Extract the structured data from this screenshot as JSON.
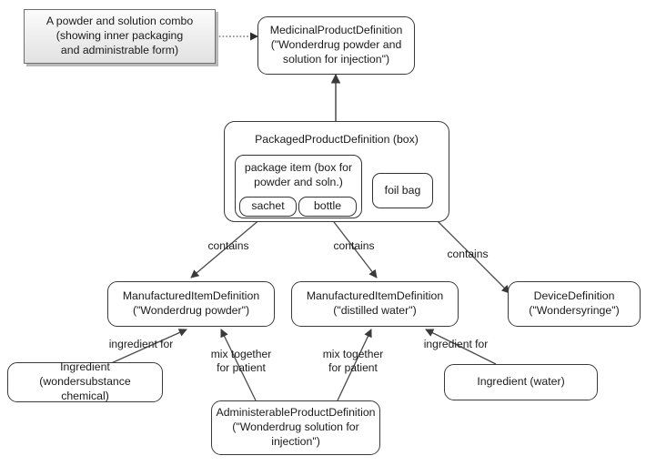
{
  "diagram": {
    "title": "Packaged product definition example diagram",
    "type": "uml-object-diagram",
    "colors": {
      "node_border": "#3a3a3a",
      "node_fill": "#ffffff",
      "note_border": "#6e6e6e",
      "note_fill": "#ededed",
      "note_shadow": "#b9b9b9",
      "edge": "#4a4a4a",
      "text": "#1a1a1a"
    }
  },
  "note": {
    "text": "A powder and solution combo\n(showing inner packaging\nand administrable form)"
  },
  "nodes": {
    "medicinal_product": {
      "label": "MedicinalProductDefinition\n(\"Wonderdrug powder and\nsolution for injection\")"
    },
    "packaged_product": {
      "label": "PackagedProductDefinition (box)"
    },
    "package_item": {
      "label": "package item (box for\npowder and soln.)"
    },
    "sachet": {
      "label": "sachet"
    },
    "bottle": {
      "label": "bottle"
    },
    "foil_bag": {
      "label": "foil bag"
    },
    "manufactured_powder": {
      "label": "ManufacturedItemDefinition\n(\"Wonderdrug powder\")"
    },
    "manufactured_water": {
      "label": "ManufacturedItemDefinition\n(\"distilled water\")"
    },
    "device": {
      "label": "DeviceDefinition\n(\"Wondersyringe\")"
    },
    "ingredient_chemical": {
      "label": "Ingredient (wondersubstance\nchemical)"
    },
    "ingredient_water": {
      "label": "Ingredient (water)"
    },
    "administerable_product": {
      "label": "AdministerableProductDefinition\n(\"Wonderdrug solution for\ninjection\")"
    }
  },
  "edges": [
    {
      "id": "note-to-medicinal",
      "label": "",
      "style": "dotted",
      "from": "note",
      "to": "medicinal_product"
    },
    {
      "id": "packaged-to-medicinal",
      "label": "",
      "style": "solid",
      "from": "packaged_product",
      "to": "medicinal_product"
    },
    {
      "id": "sachet-contains-powder",
      "label": "contains",
      "style": "solid",
      "from": "sachet",
      "to": "manufactured_powder"
    },
    {
      "id": "bottle-contains-water",
      "label": "contains",
      "style": "solid",
      "from": "bottle",
      "to": "manufactured_water"
    },
    {
      "id": "foilbag-contains-device",
      "label": "contains",
      "style": "solid",
      "from": "foil_bag",
      "to": "device"
    },
    {
      "id": "chemical-ingredient-for-powder",
      "label": "ingredient for",
      "style": "solid",
      "from": "ingredient_chemical",
      "to": "manufactured_powder"
    },
    {
      "id": "water-ingredient-for-water",
      "label": "ingredient for",
      "style": "solid",
      "from": "ingredient_water",
      "to": "manufactured_water"
    },
    {
      "id": "admin-mix-powder",
      "label": "mix together\nfor patient",
      "style": "solid",
      "from": "administerable_product",
      "to": "manufactured_powder"
    },
    {
      "id": "admin-mix-water",
      "label": "mix together\nfor patient",
      "style": "solid",
      "from": "administerable_product",
      "to": "manufactured_water"
    }
  ]
}
